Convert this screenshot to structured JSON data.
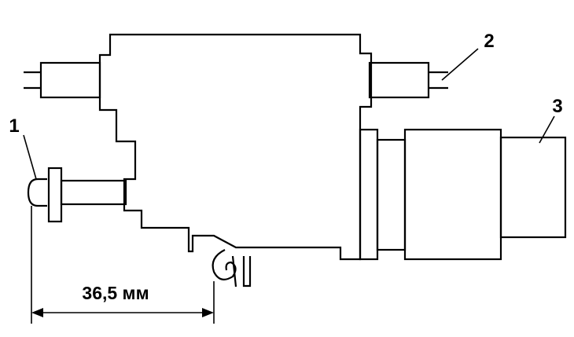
{
  "callouts": {
    "c1": "1",
    "c2": "2",
    "c3": "3"
  },
  "dimension": {
    "label": "36,5 мм"
  },
  "colors": {
    "line": "#000000",
    "background": "#ffffff"
  }
}
